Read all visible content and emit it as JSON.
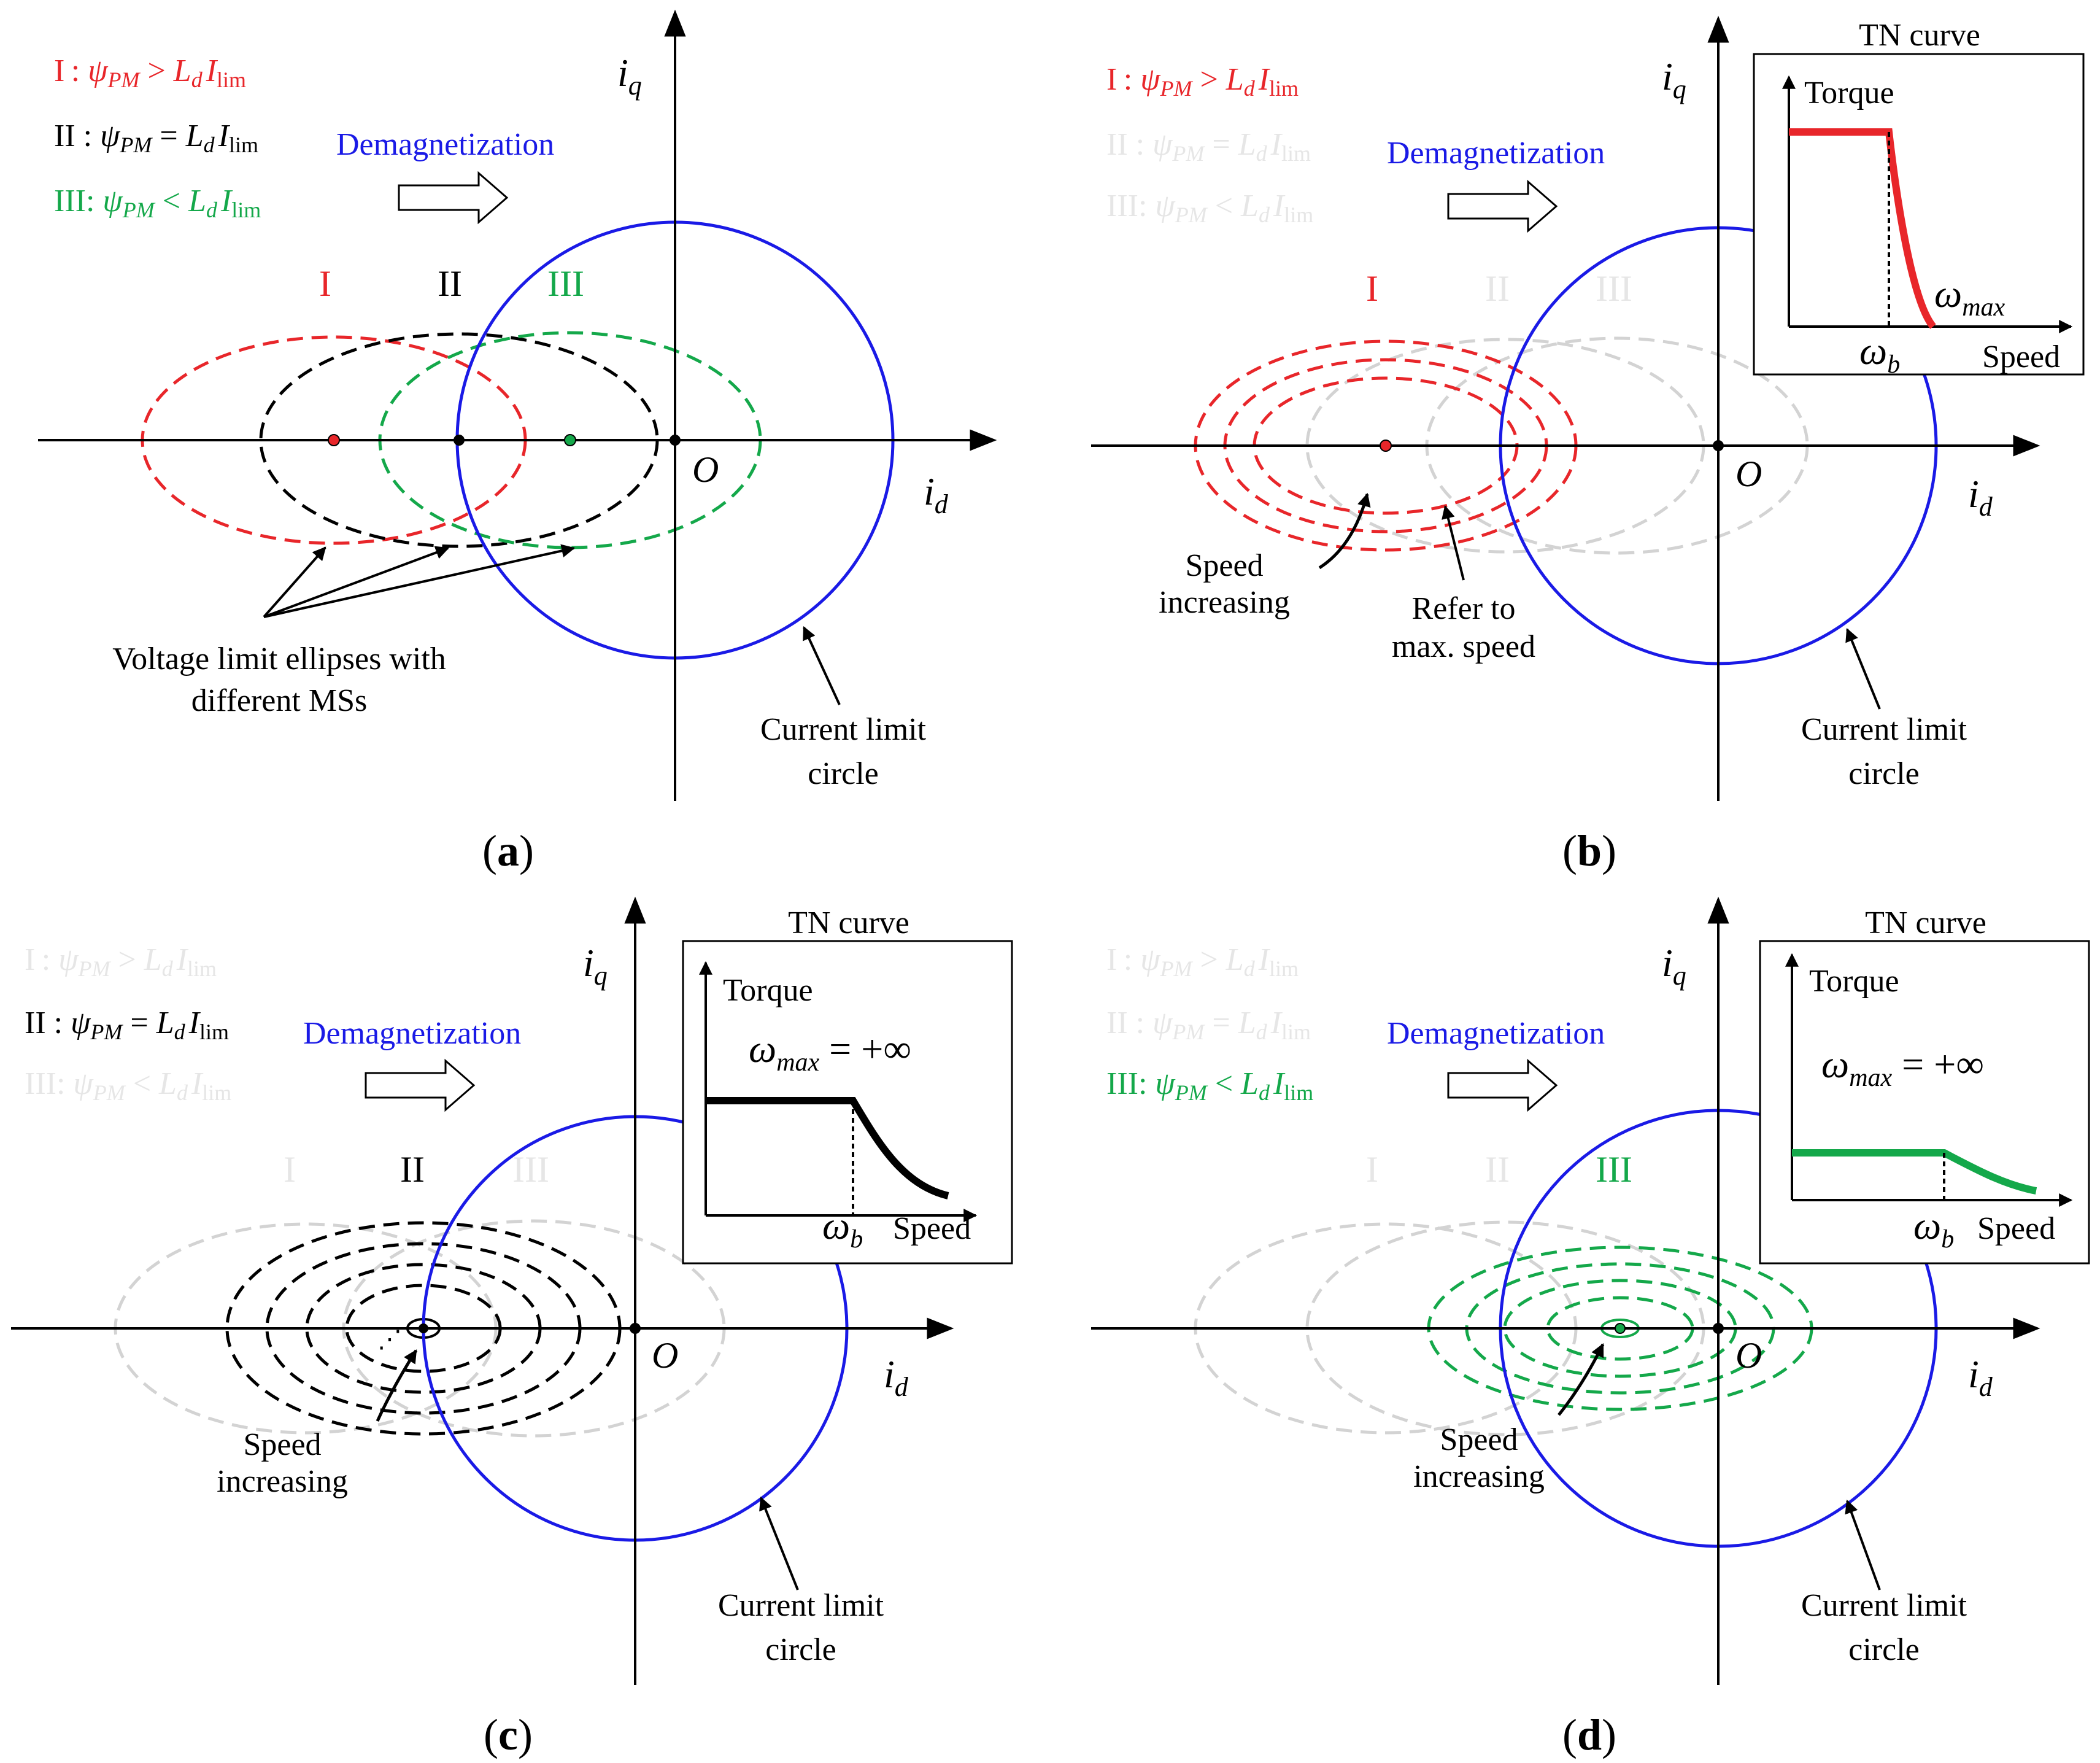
{
  "colors": {
    "red": "#e8262a",
    "black": "#000000",
    "green": "#14a84a",
    "blue": "#1a1ae6",
    "gray": "#d3d3d3",
    "faded_text": "#e6e6e6"
  },
  "legend": {
    "I": {
      "prefix": "I : ",
      "psi": "ψ",
      "psi_sub": "PM",
      "rel": " > ",
      "L": "L",
      "L_sub": "d",
      "I": "I",
      "I_sub": "lim"
    },
    "II": {
      "prefix": "II : ",
      "psi": "ψ",
      "psi_sub": "PM",
      "rel": " = ",
      "L": "L",
      "L_sub": "d",
      "I": "I",
      "I_sub": "lim"
    },
    "III": {
      "prefix": "III: ",
      "psi": "ψ",
      "psi_sub": "PM",
      "rel": " < ",
      "L": "L",
      "L_sub": "d",
      "I": "I",
      "I_sub": "lim"
    }
  },
  "axes": {
    "iq_main": "i",
    "iq_sub": "q",
    "id_main": "i",
    "id_sub": "d",
    "origin": "O"
  },
  "labels": {
    "demagnetization": "Demagnetization",
    "ms_I": "I",
    "ms_II": "II",
    "ms_III": "III",
    "voltage_ellipses_line1": "Voltage limit ellipses with",
    "voltage_ellipses_line2": "different MSs",
    "current_limit_line1": "Current limit",
    "current_limit_line2": "circle",
    "speed_increasing_line1": "Speed",
    "speed_increasing_line2": "increasing",
    "refer_line1": "Refer to",
    "refer_line2": "max. speed"
  },
  "tn_curve": {
    "title": "TN curve",
    "torque": "Torque",
    "speed": "Speed",
    "omega": "ω",
    "omega_b_sub": "b",
    "omega_max_sub": "max",
    "omega_max_value": " = +∞"
  },
  "panels": [
    {
      "id": "a",
      "caption": "(a)",
      "active": [
        "I",
        "II",
        "III"
      ]
    },
    {
      "id": "b",
      "caption": "(b)",
      "active": [
        "I"
      ]
    },
    {
      "id": "c",
      "caption": "(c)",
      "active": [
        "II"
      ]
    },
    {
      "id": "d",
      "caption": "(d)",
      "active": [
        "III"
      ]
    }
  ]
}
